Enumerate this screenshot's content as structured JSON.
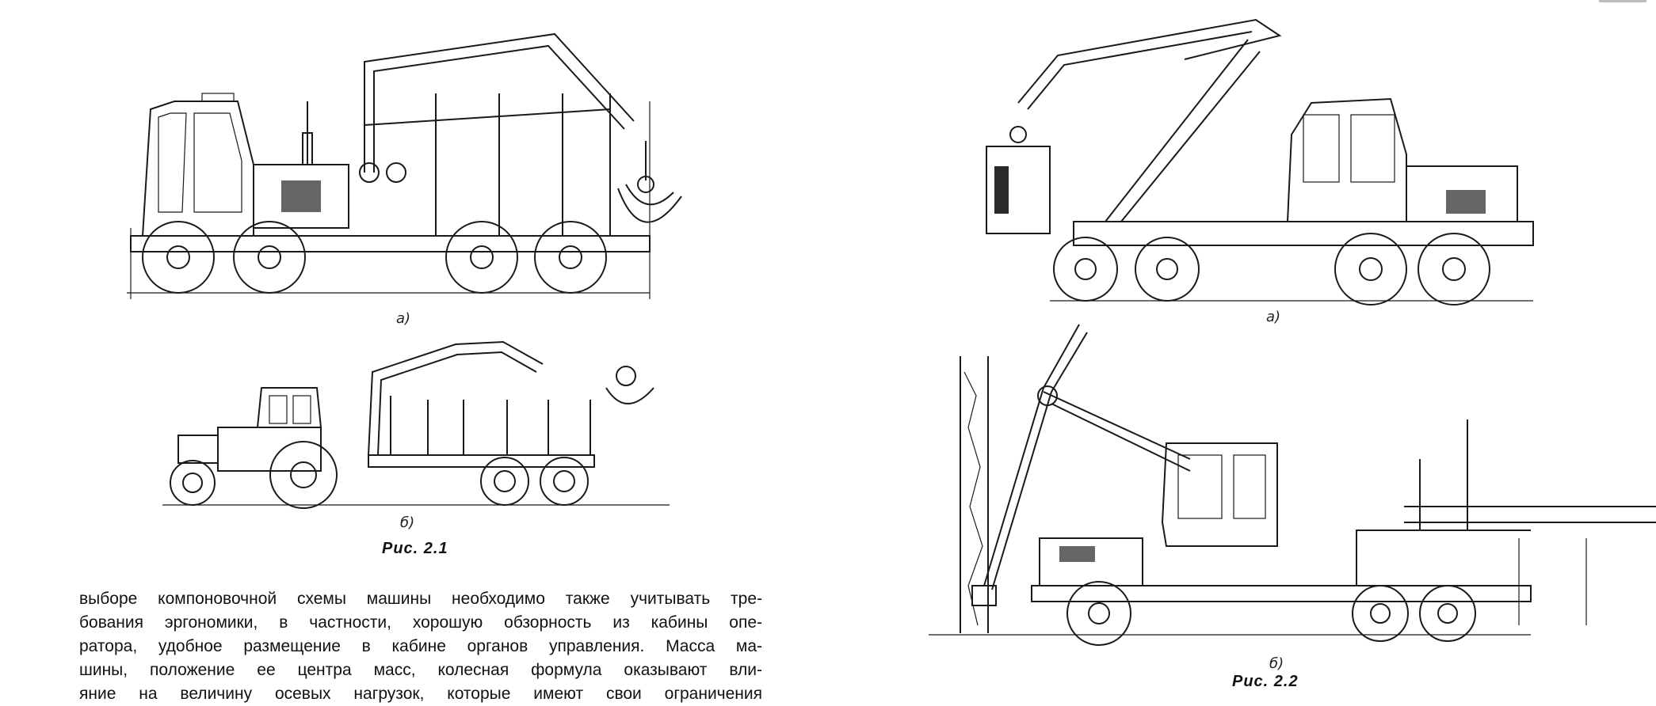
{
  "figure_2_1": {
    "sub_a": "а)",
    "sub_b": "б)",
    "caption": "Рис. 2.1"
  },
  "figure_2_2": {
    "sub_a": "а)",
    "sub_b": "б)",
    "caption": "Рис. 2.2"
  },
  "paragraph": {
    "lines": [
      "выборе компоновочной схемы машины необходимо также учитывать тре-",
      "бования эргономики, в частности, хорошую обзорность из кабины опе-",
      "ратора, удобное размещение в кабине органов управления.  Масса ма-",
      "шины, положение ее центра масс, колесная формула оказывают вли-",
      "яние на величину осевых нагрузок, которые имеют свои ограничения"
    ]
  }
}
